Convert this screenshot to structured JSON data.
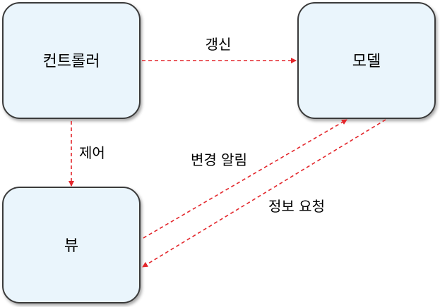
{
  "nodes": {
    "controller": {
      "label": "컨트롤러"
    },
    "model": {
      "label": "모델"
    },
    "view": {
      "label": "뷰"
    }
  },
  "edges": {
    "update": {
      "label": "갱신"
    },
    "control": {
      "label": "제어"
    },
    "change_notify": {
      "label": "변경 알림"
    },
    "info_request": {
      "label": "정보 요청"
    }
  },
  "colors": {
    "node_fill": "#eaf5fc",
    "node_stroke": "#3b3b3b",
    "edge": "#e3262b"
  }
}
